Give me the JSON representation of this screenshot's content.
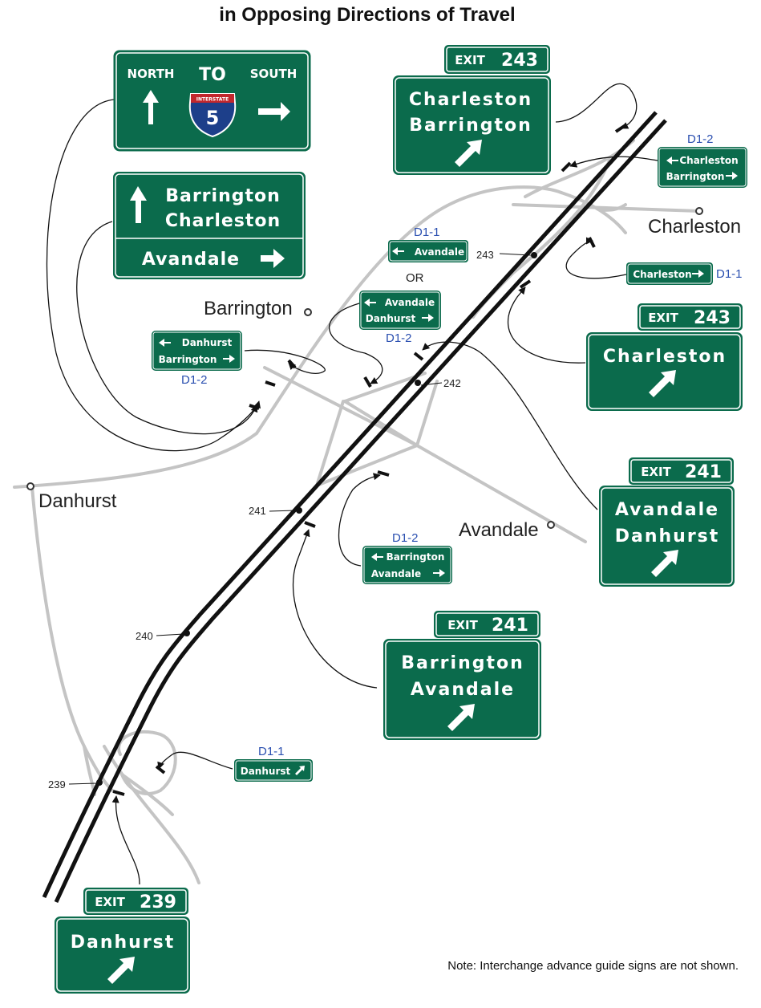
{
  "title": "in Opposing Directions of Travel",
  "note": "Note: Interchange advance guide signs are not shown.",
  "colors": {
    "sign_green": "#0b6b4c",
    "road_gray": "#c4c4c4",
    "freeway": "#111111",
    "code_blue": "#2a4fb0",
    "shield_blue": "#1d3f8a",
    "shield_red": "#c2272d"
  },
  "mileposts": {
    "m239": "239",
    "m240": "240",
    "m241": "241",
    "m242": "242",
    "m243": "243"
  },
  "places": {
    "charleston": "Charleston",
    "barrington": "Barrington",
    "danhurst": "Danhurst",
    "avandale": "Avandale"
  },
  "codes": {
    "d1_2": "D1-2",
    "d1_1": "D1-1",
    "or": "OR"
  },
  "route_sign": {
    "north": "NORTH",
    "to": "TO",
    "south": "SOUTH",
    "shield_label": "INTERSTATE",
    "shield_number": "5"
  },
  "entrance_sign": {
    "line1": "Barrington",
    "line2": "Charleston",
    "line3": "Avandale"
  },
  "exit_signs": {
    "e243a": {
      "tab": "EXIT",
      "num": "243",
      "line1": "Charleston",
      "line2": "Barrington"
    },
    "e243b": {
      "tab": "EXIT",
      "num": "243",
      "line1": "Charleston"
    },
    "e241a": {
      "tab": "EXIT",
      "num": "241",
      "line1": "Avandale",
      "line2": "Danhurst"
    },
    "e241b": {
      "tab": "EXIT",
      "num": "241",
      "line1": "Barrington",
      "line2": "Avandale"
    },
    "e239": {
      "tab": "EXIT",
      "num": "239",
      "line1": "Danhurst"
    }
  },
  "small_signs": {
    "s_charleston_barrington": {
      "l1": "Charleston",
      "l2": "Barrington"
    },
    "s_avandale": {
      "l1": "Avandale"
    },
    "s_charleston": {
      "l1": "Charleston"
    },
    "s_avandale_danhurst": {
      "l1": "Avandale",
      "l2": "Danhurst"
    },
    "s_danhurst_barrington": {
      "l1": "Danhurst",
      "l2": "Barrington"
    },
    "s_barrington_avandale": {
      "l1": "Barrington",
      "l2": "Avandale"
    },
    "s_danhurst": {
      "l1": "Danhurst"
    }
  }
}
